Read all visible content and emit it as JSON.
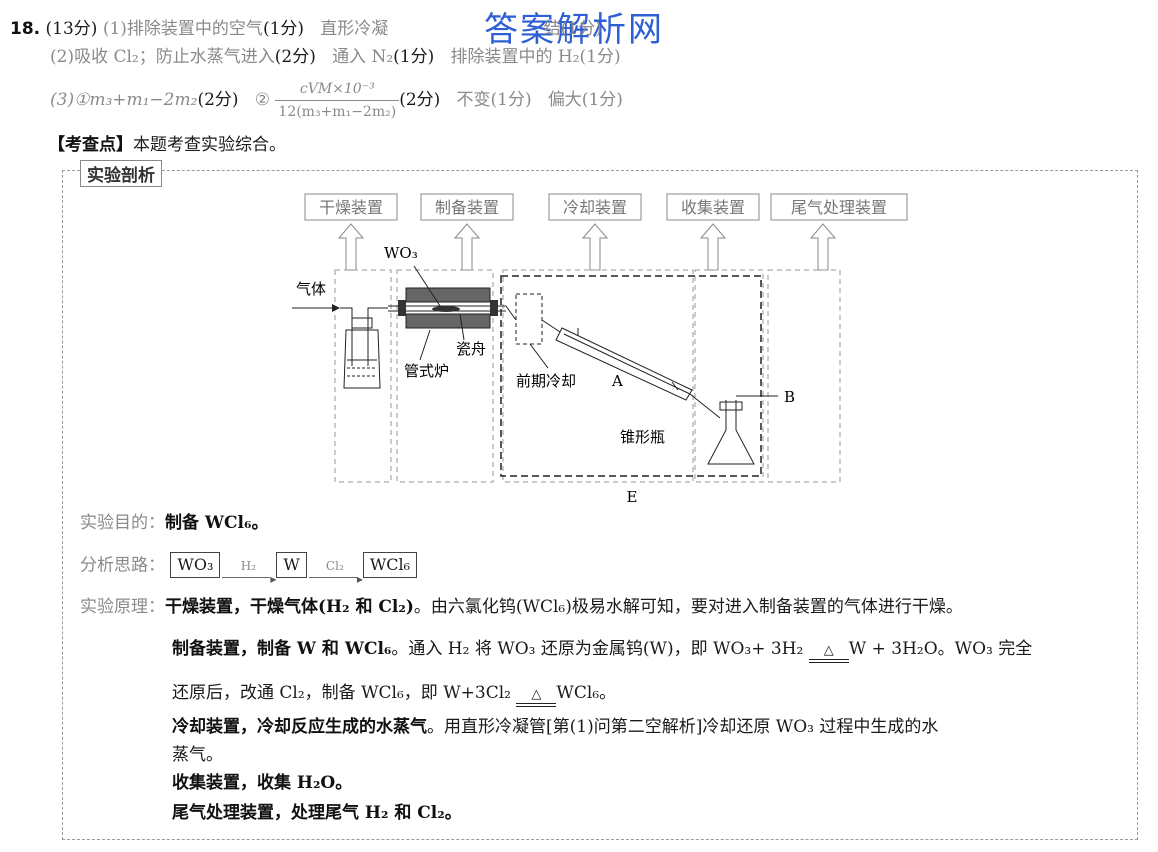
{
  "watermark": "答案解析网",
  "q_number": "18.",
  "q_points": "(13分)",
  "l1": {
    "p1": "(1)排除装置中的空气",
    "s1": "(1分)",
    "p2": "直形冷凝",
    "s2": "结(1分)"
  },
  "l2": {
    "p1": "(2)吸收 Cl₂；防止水蒸气进入",
    "s1": "(2分)",
    "p2": "通入 N₂",
    "s2": "(1分)",
    "p3": "排除装置中的 H₂(1分)"
  },
  "l3": {
    "p1": "(3)①m₃+m₁−2m₂",
    "s1": "(2分)",
    "p2": "②",
    "num": "cVM×10⁻³",
    "den": "12(m₃+m₁−2m₂)",
    "s2": "(2分)",
    "p3": "不变(1分)",
    "p4": "偏大(1分)"
  },
  "kaocha": {
    "head": "【考查点】",
    "text": "本题考查实验综合。"
  },
  "section_tag": "实验剖析",
  "diagram": {
    "boxes": [
      "干燥装置",
      "制备装置",
      "冷却装置",
      "收集装置",
      "尾气处理装置"
    ],
    "wo3": "WO₃",
    "gas": "气体",
    "boat": "瓷舟",
    "furnace": "管式炉",
    "precool": "前期冷却",
    "a": "A",
    "b": "B",
    "flask": "锥形瓶",
    "e": "E"
  },
  "purpose": {
    "label": "实验目的：",
    "text": "制备 WCl₆。"
  },
  "route": {
    "label": "分析思路：",
    "b1": "WO₃",
    "a1": "H₂",
    "b2": "W",
    "a2": "Cl₂",
    "b3": "WCl₆"
  },
  "principle": {
    "label": "实验原理：",
    "r1_bold": "干燥装置，干燥气体(H₂ 和 Cl₂)",
    "r1_text": "。由六氯化钨(WCl₆)极易水解可知，要对进入制备装置的气体进行干燥。",
    "r2_bold": "制备装置，制备 W 和 WCl₆",
    "r2_text": "。通入 H₂ 将 WO₃ 还原为金属钨(W)，即 WO₃+ 3H₂",
    "r2_tail": "W + 3H₂O。WO₃ 完全",
    "r3_text": "还原后，改通 Cl₂，制备 WCl₆，即 W+3Cl₂",
    "r3_tail": "WCl₆。",
    "r4_bold": "冷却装置，冷却反应生成的水蒸气",
    "r4_text": "。用直形冷凝管[第(1)问第二空解析]冷却还原 WO₃ 过程中生成的水",
    "r5_text": "蒸气。",
    "r6_bold": "收集装置，收集 H₂O。",
    "r7_bold": "尾气处理装置，处理尾气 H₂ 和 Cl₂。",
    "delta": "△"
  }
}
